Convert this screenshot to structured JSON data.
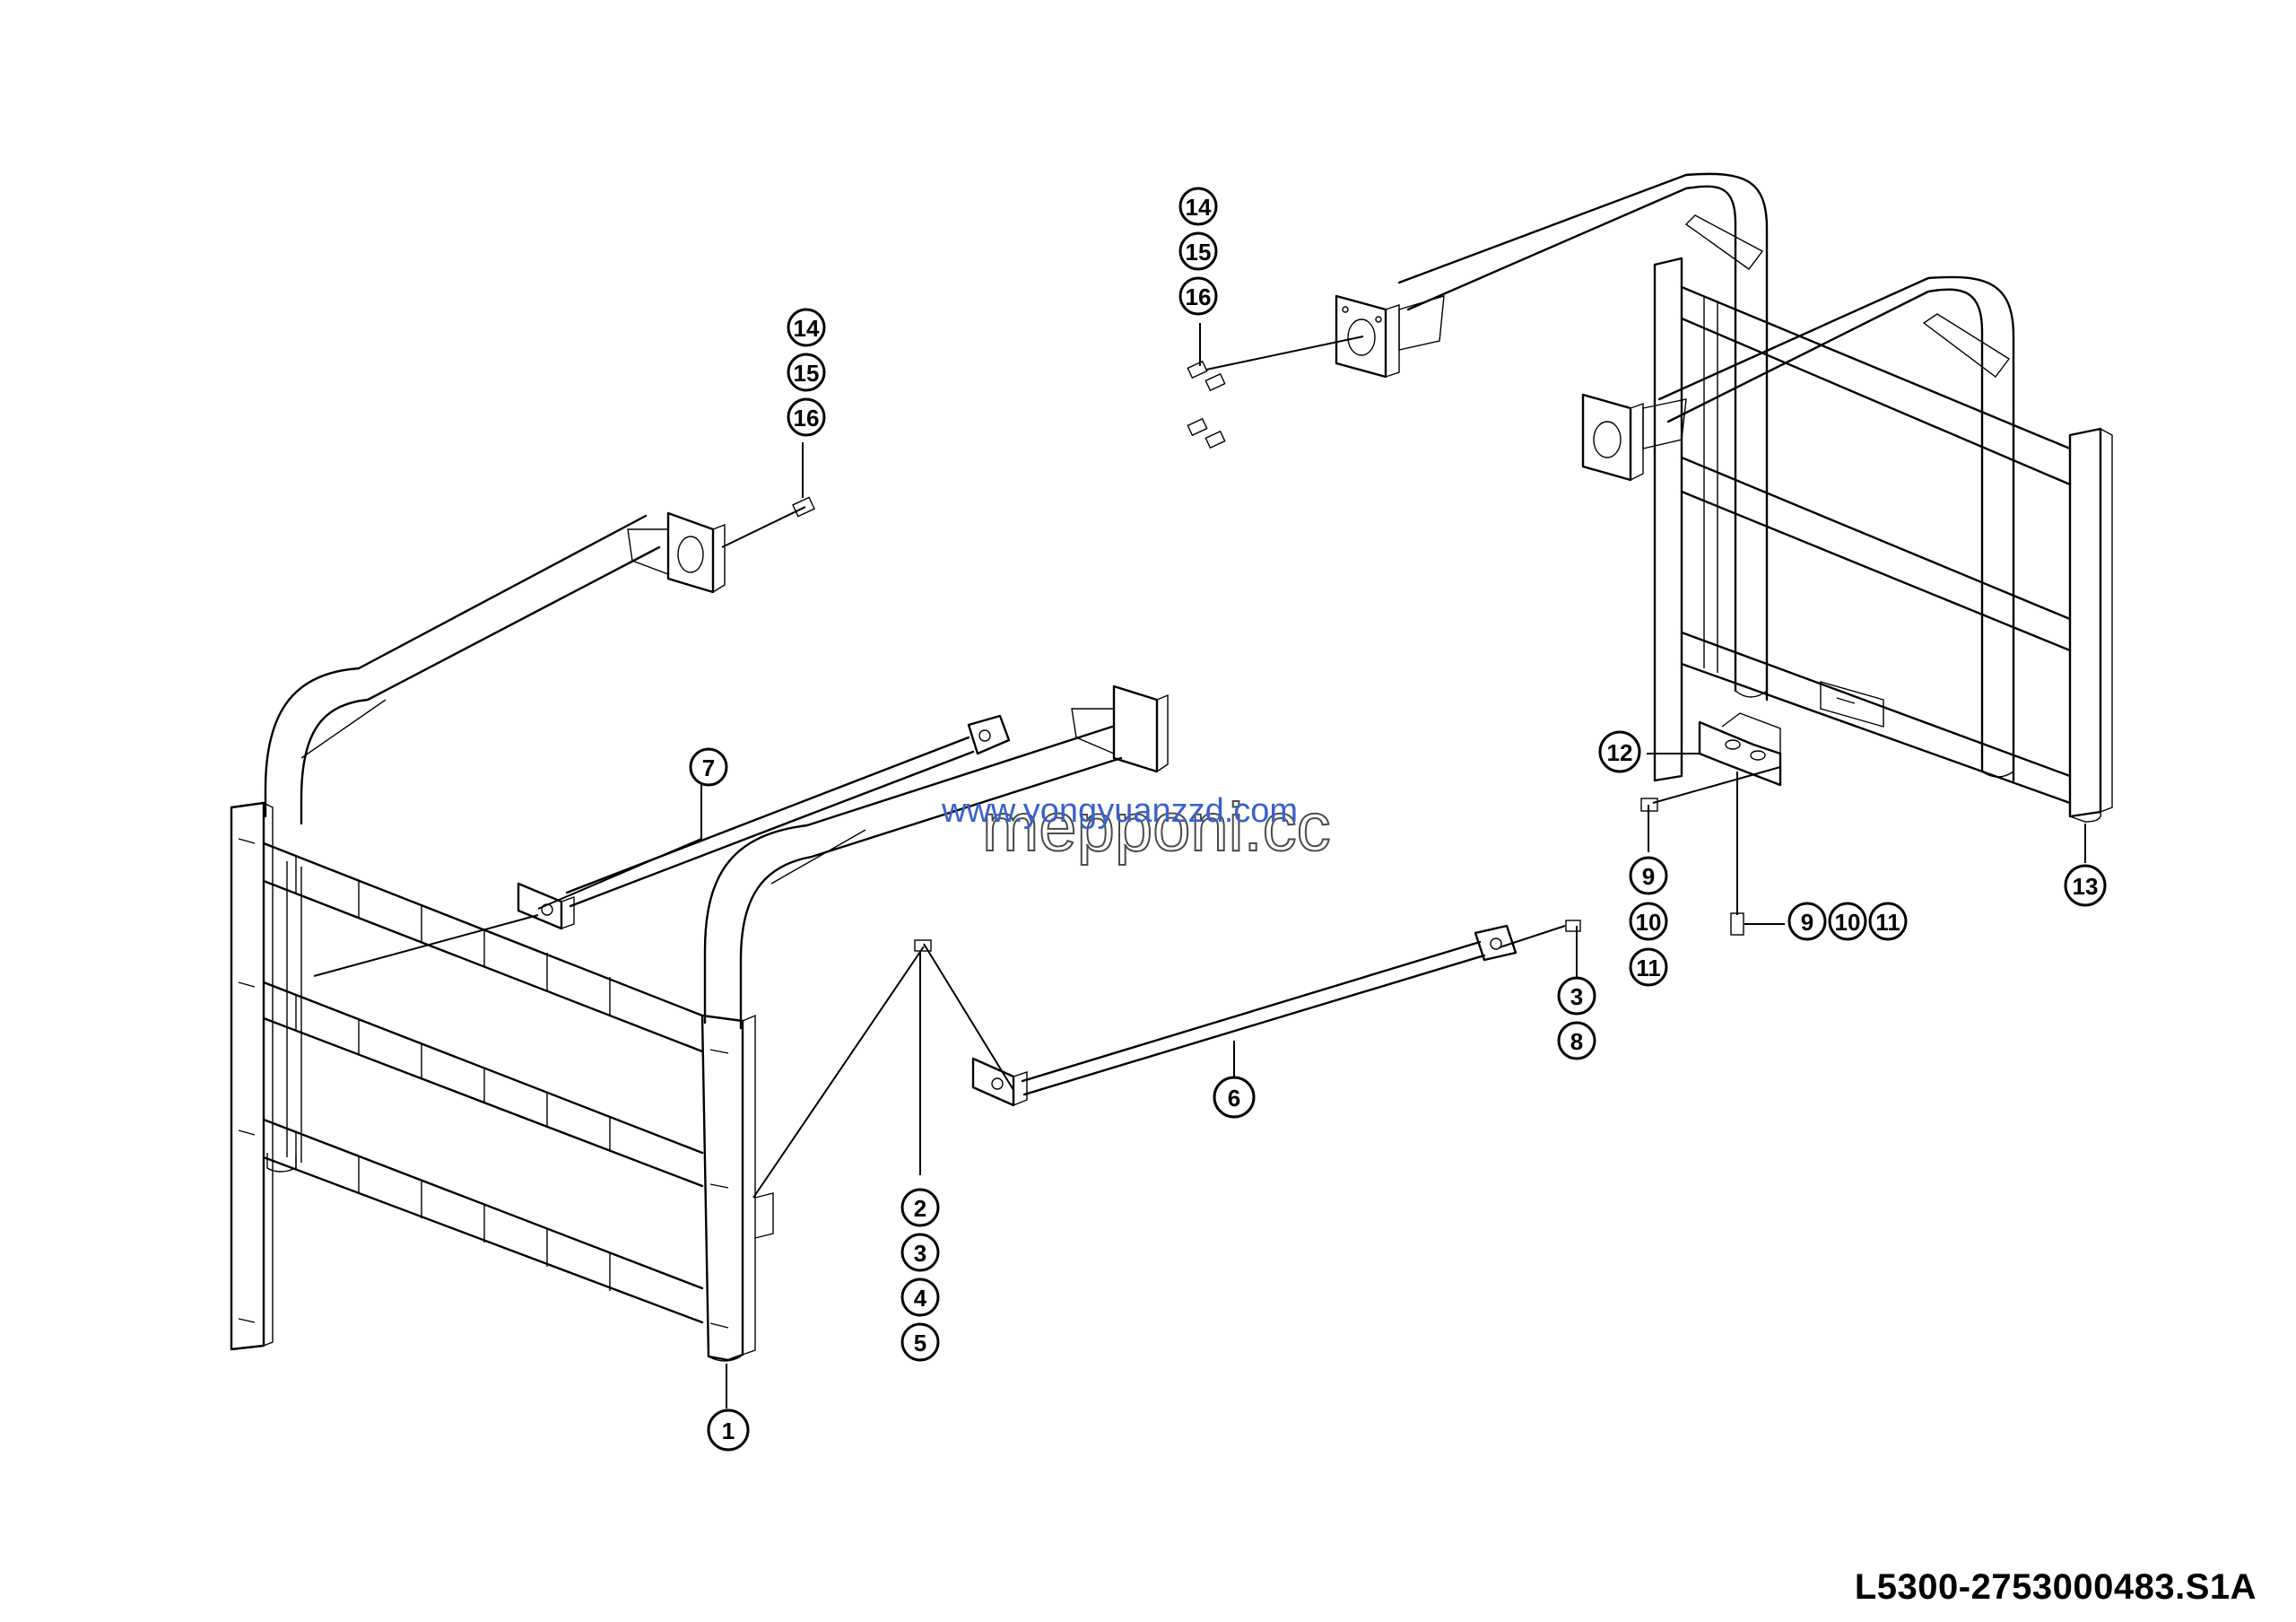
{
  "drawing_code": "L5300-2753000483.S1A",
  "watermarks": {
    "url": "www.yongyuanzzd.com",
    "brand": "mepponi.cc"
  },
  "callouts": {
    "c1": "1",
    "c2": "2",
    "c3": "3",
    "c4": "4",
    "c5": "5",
    "c6": "6",
    "c7": "7",
    "c8": "8",
    "c9": "9",
    "c10": "10",
    "c11": "11",
    "c12": "12",
    "c13": "13",
    "c14": "14",
    "c15": "15",
    "c16": "16"
  },
  "colors": {
    "line": "#000000",
    "watermark_url": "#3a62c8",
    "background": "#ffffff"
  }
}
